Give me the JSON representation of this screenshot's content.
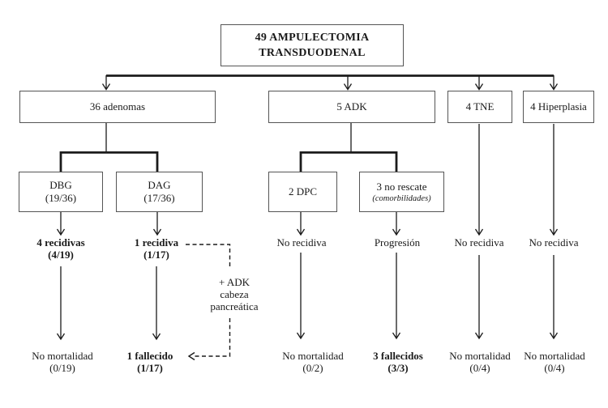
{
  "flow": {
    "root": {
      "line1": "49 AMPULECTOMIA",
      "line2": "TRANSDUODENAL"
    },
    "groups": [
      {
        "label": "36 adenomas",
        "children": [
          {
            "box_line1": "DBG",
            "box_line2": "(19/36)",
            "recurrence_line1": "4 recidivas",
            "recurrence_line2": "(4/19)",
            "mortality_line1": "No mortalidad",
            "mortality_line2": "(0/19)"
          },
          {
            "box_line1": "DAG",
            "box_line2": "(17/36)",
            "recurrence_line1": "1 recidiva",
            "recurrence_line2": "(1/17)",
            "mortality_line1": "1 fallecido",
            "mortality_line2": "(1/17)"
          }
        ]
      },
      {
        "label": "5 ADK",
        "children": [
          {
            "box_line1": "2 DPC",
            "recurrence_line1": "No recidiva",
            "mortality_line1": "No mortalidad",
            "mortality_line2": "(0/2)"
          },
          {
            "box_line1": "3 no rescate",
            "box_line2": "(comorbilidades)",
            "recurrence_line1": "Progresión",
            "mortality_line1": "3 fallecidos",
            "mortality_line2": "(3/3)"
          }
        ]
      },
      {
        "label": "4 TNE",
        "children": [
          {
            "recurrence_line1": "No recidiva",
            "mortality_line1": "No mortalidad",
            "mortality_line2": "(0/4)"
          }
        ]
      },
      {
        "label": "4 Hiperplasia",
        "children": [
          {
            "recurrence_line1": "No recidiva",
            "mortality_line1": "No mortalidad",
            "mortality_line2": "(0/4)"
          }
        ]
      }
    ],
    "annotation": {
      "line1": "+ ADK",
      "line2": "cabeza",
      "line3": "pancreática"
    },
    "colors": {
      "line": "#1b1b1b",
      "text": "#1a1a1a",
      "background": "#ffffff"
    }
  }
}
